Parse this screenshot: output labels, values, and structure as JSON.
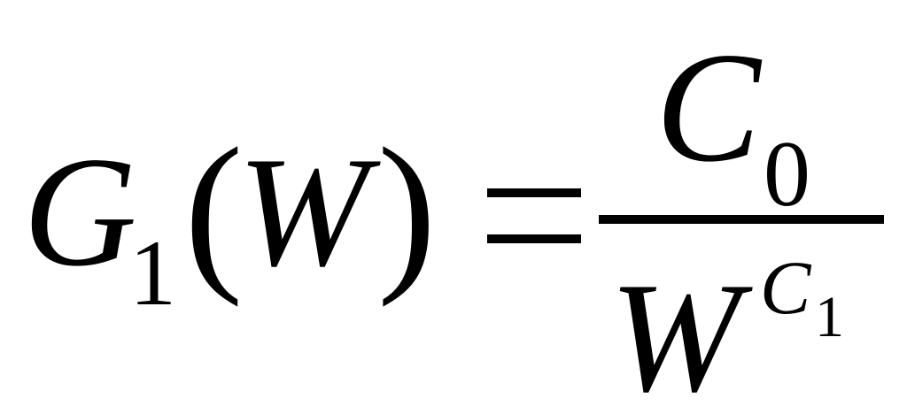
{
  "formula": {
    "lhs": {
      "function": "G",
      "function_subscript": "1",
      "open_paren": "(",
      "argument": "W",
      "close_paren": ")"
    },
    "equals": "=",
    "rhs": {
      "numerator": {
        "symbol": "C",
        "subscript": "0"
      },
      "denominator": {
        "base": "W",
        "exponent_symbol": "C",
        "exponent_subscript": "1"
      }
    }
  },
  "colors": {
    "text": "#000000",
    "background": "#ffffff"
  }
}
